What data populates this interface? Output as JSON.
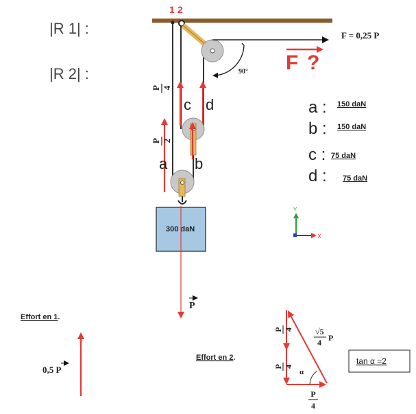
{
  "reactions": {
    "r1": "|R 1| :",
    "r2": "|R 2| :"
  },
  "attach_labels": {
    "one": "1",
    "two": "2"
  },
  "force": {
    "value_label": "F = 0,25 P",
    "symbol": "F",
    "question": "?",
    "color": "#e53935"
  },
  "angle_label": "90°",
  "segments": {
    "a": "a",
    "b": "b",
    "c": "c",
    "d": "d",
    "list": [
      {
        "letter": "a",
        "sep": " :",
        "value": "150 daN"
      },
      {
        "letter": "b",
        "sep": " :",
        "value": "150 daN"
      },
      {
        "letter": "c",
        "sep": " :",
        "value": "75 daN"
      },
      {
        "letter": "d",
        "sep": " :",
        "value": "75 daN"
      }
    ]
  },
  "frac": {
    "num": "P",
    "den4": "4",
    "den2": "2",
    "sqrt5": "√5"
  },
  "load": {
    "label": "300 daN",
    "weight_symbol": "P"
  },
  "axes": {
    "y": "Y",
    "x": "X"
  },
  "effort1": {
    "title": "Effort en 1",
    "dot": ".",
    "value": "0,5 P"
  },
  "effort2": {
    "title": "Effort en 2",
    "dot": ".",
    "alpha": "α"
  },
  "tan_box": {
    "text": "tan α =2"
  },
  "colors": {
    "ceiling": "#8b5a2b",
    "rope": "#333333",
    "pulley": "#c8c8c8",
    "strap": "#e6b85c",
    "arrow_red": "#e53935",
    "load_fill": "#a6c8e2",
    "axis_y": "#2e9e3c",
    "axis_x": "#e53935",
    "axis_z": "#2a3fc8"
  }
}
